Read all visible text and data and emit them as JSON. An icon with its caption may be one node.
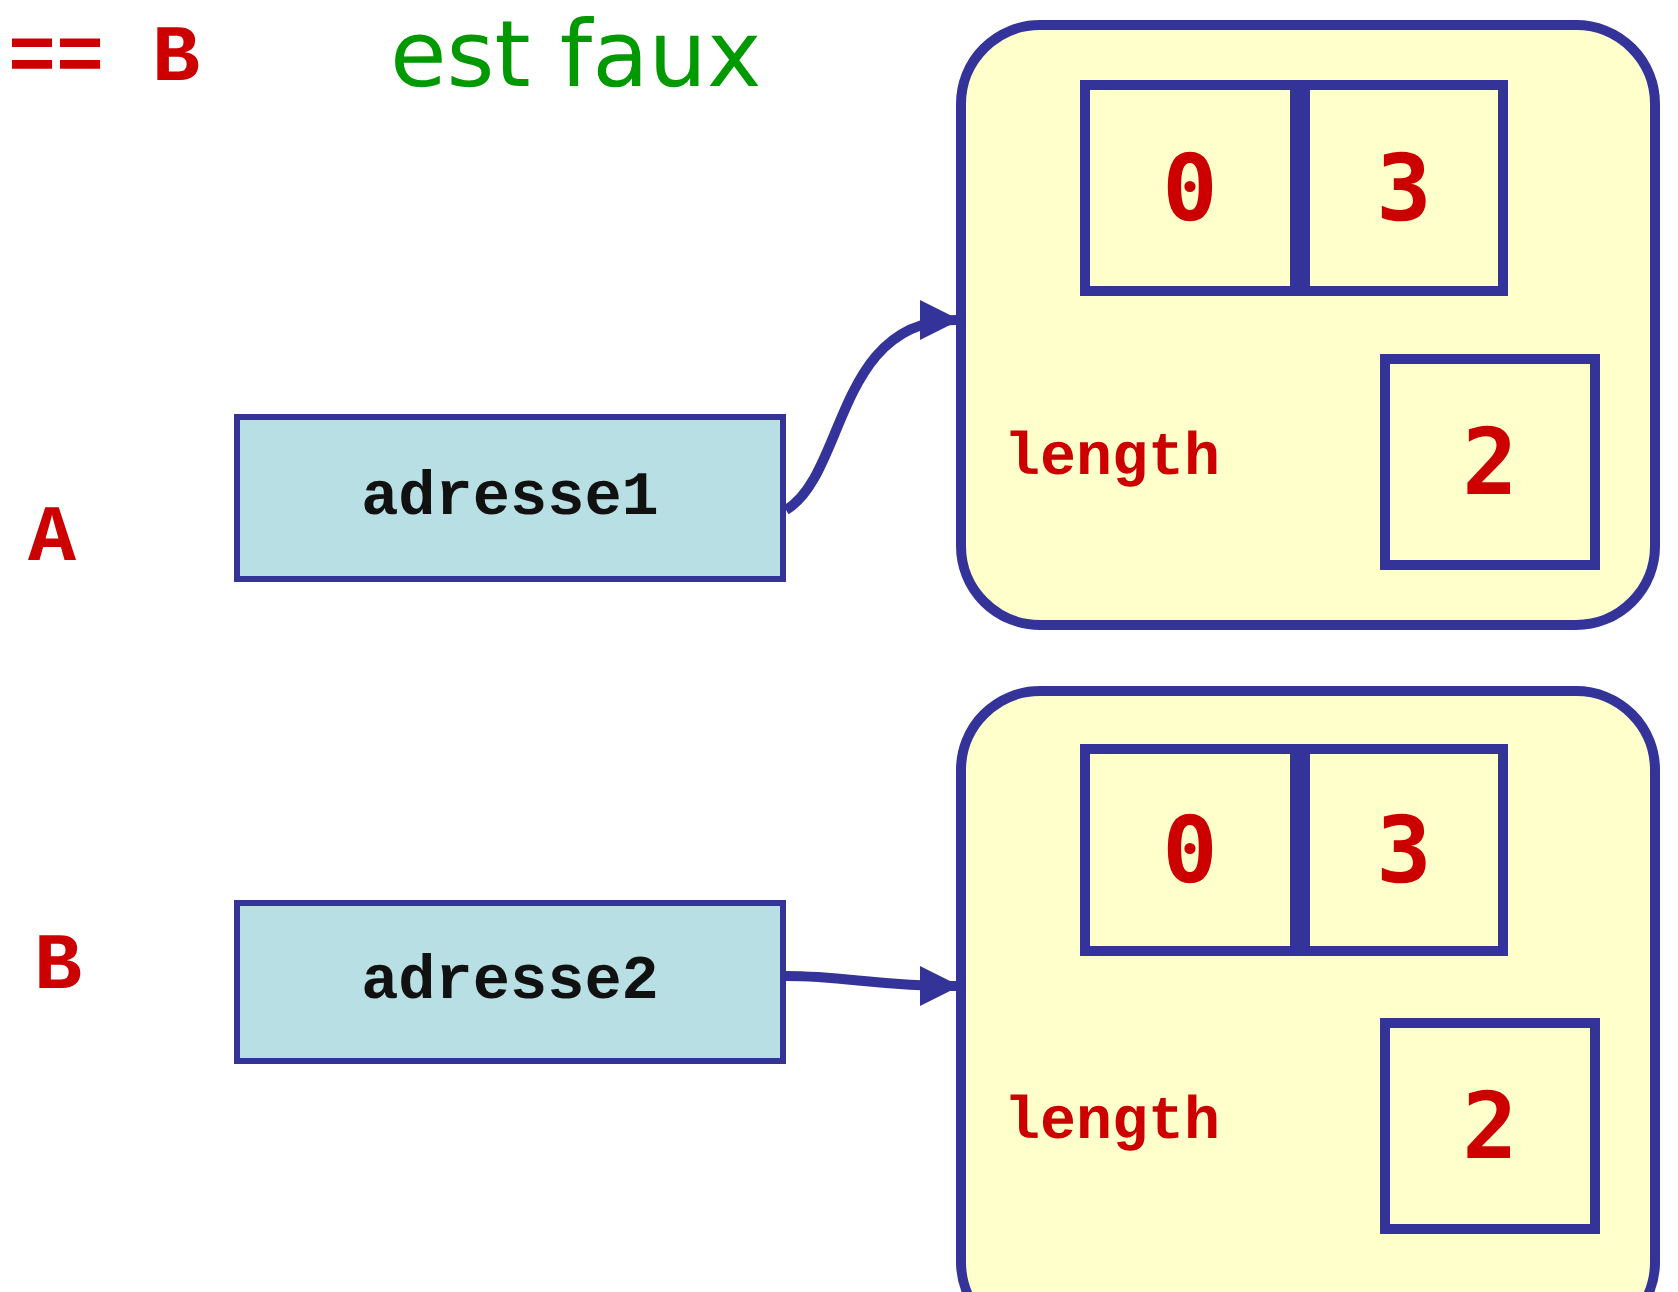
{
  "diagram": {
    "nodes": [
      {
        "text": [
          "adresse1"
        ]
      },
      {
        "text": [],
        "shape": "box"
      },
      {
        "text": [
          "0"
        ],
        "in": 1
      },
      {
        "text": [
          "3"
        ],
        "in": 1
      },
      {
        "text": [
          "2"
        ],
        "in": 1,
        "beside": [
          "length"
        ]
      },
      {
        "text": [
          "adresse2"
        ]
      },
      {
        "text": [],
        "shape": "box"
      },
      {
        "text": [
          "0"
        ],
        "in": 6
      },
      {
        "text": [
          "3"
        ],
        "in": 6
      },
      {
        "text": [
          "2"
        ],
        "in": 6,
        "beside": [
          "length"
        ]
      }
    ],
    "edges": [
      {
        "from": 0,
        "to": 1,
        "arrow": "to"
      },
      {
        "from": 5,
        "to": 6,
        "arrow": "to"
      }
    ],
    "labels": [
      "== B",
      "est faux",
      "A",
      "B"
    ]
  }
}
